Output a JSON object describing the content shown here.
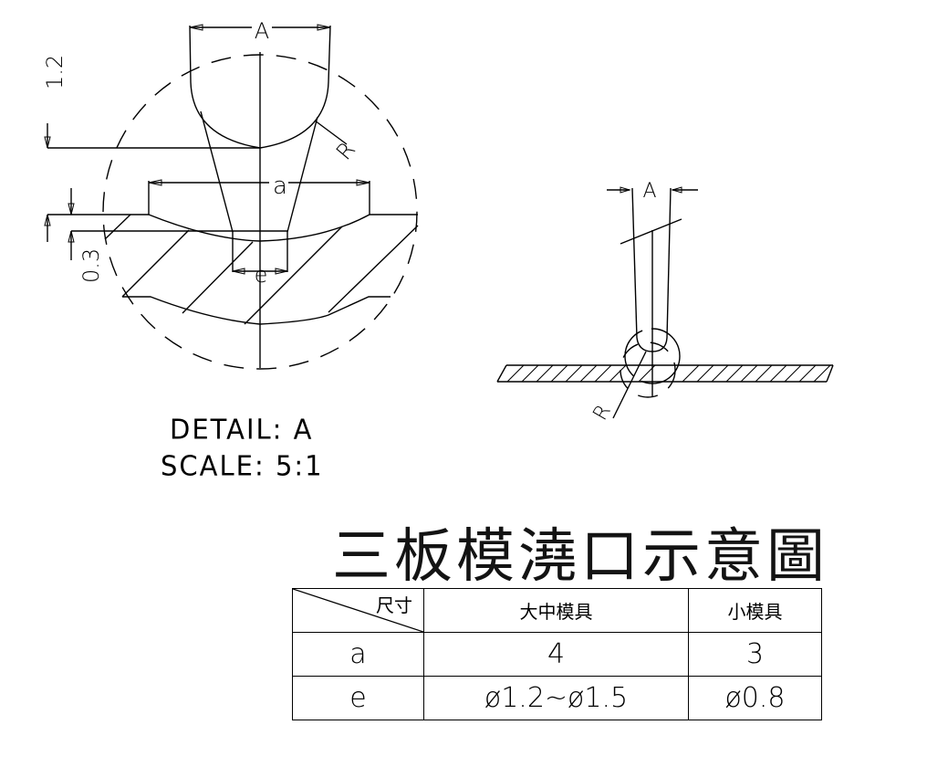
{
  "detail_view": {
    "labels": {
      "dim_A": "A",
      "dim_a": "a",
      "dim_e": "e",
      "dim_R": "R",
      "dim_1_2": "1.2",
      "dim_0_3": "0.3"
    },
    "caption_line1": "DETAIL: A",
    "caption_line2": "SCALE: 5:1"
  },
  "side_view": {
    "labels": {
      "dim_A": "A",
      "dim_R": "R"
    }
  },
  "title": "三板模澆口示意圖",
  "table": {
    "corner_header": "尺寸",
    "columns": [
      "大中模具",
      "小模具"
    ],
    "rows": [
      {
        "label": "a",
        "values": [
          "4",
          "3"
        ]
      },
      {
        "label": "e",
        "values": [
          "ø1.2~ø1.5",
          "ø0.8"
        ]
      }
    ]
  }
}
